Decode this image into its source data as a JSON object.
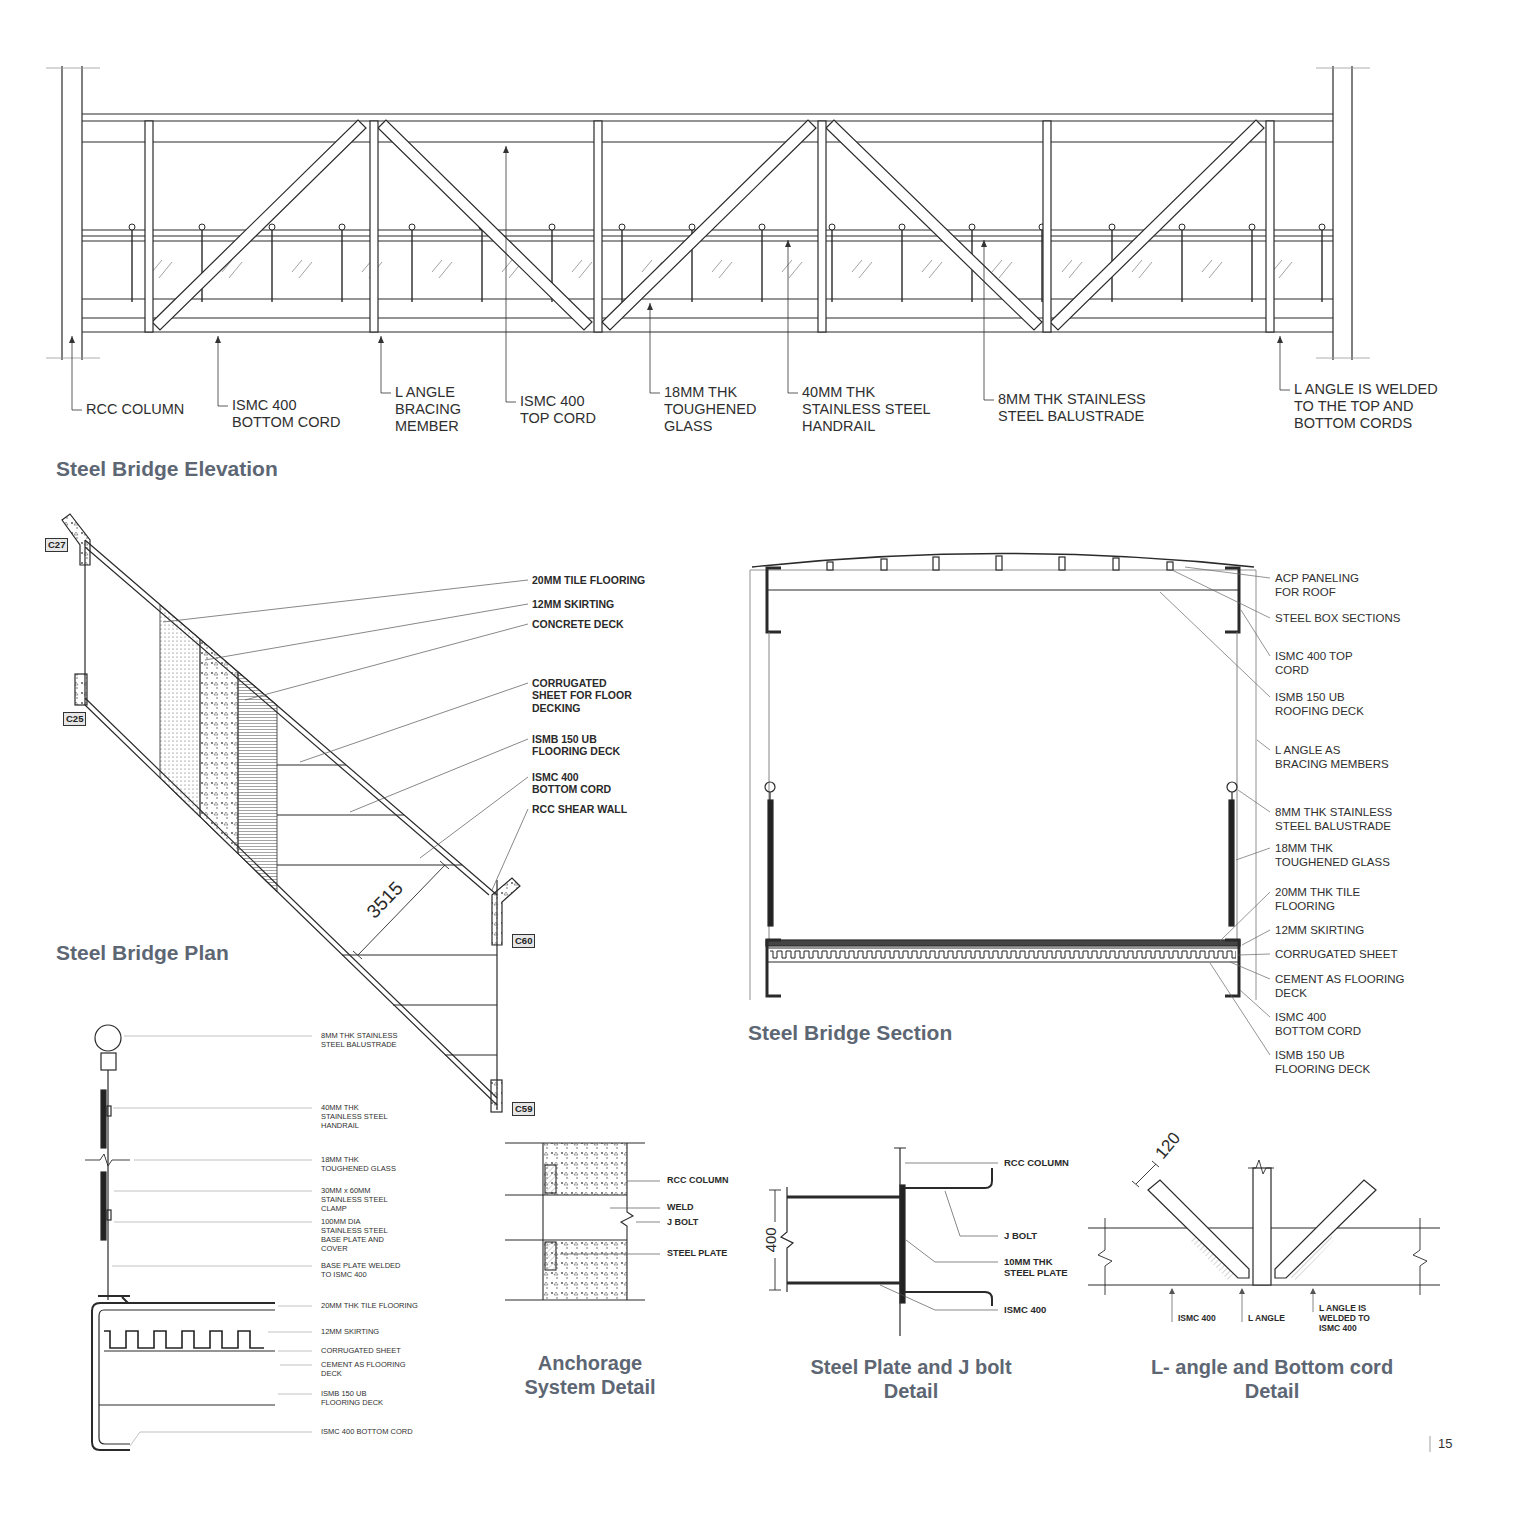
{
  "diagram": {
    "nodes": [
      {
        "text": [
          "C27"
        ]
      },
      {
        "text": [
          "C25"
        ]
      },
      {
        "text": [
          "C60"
        ]
      },
      {
        "text": [
          "C59"
        ]
      }
    ],
    "labels": [
      "RCC COLUMN",
      "ISMC 400 BOTTOM CORD",
      "L ANGLE BRACING MEMBER",
      "ISMC 400 TOP CORD",
      "18MM THK TOUGHENED GLASS",
      "40MM THK STAINLESS STEEL HANDRAIL",
      "8MM THK STAINLESS STEEL BALUSTRADE",
      "L ANGLE IS WELDED TO THE TOP AND BOTTOM CORDS",
      "Steel Bridge Elevation",
      "20MM TILE FLOORING",
      "12MM SKIRTING",
      "CONCRETE DECK",
      "CORRUGATED SHEET FOR FLOOR DECKING",
      "ISMB 150 UB FLOORING DECK",
      "ISMC 400 BOTTOM CORD",
      "RCC SHEAR WALL",
      "3515",
      "Steel Bridge Plan",
      "ACP PANELING FOR ROOF",
      "STEEL BOX SECTIONS",
      "ISMC 400 TOP CORD",
      "ISMB 150 UB ROOFING DECK",
      "L ANGLE AS BRACING MEMBERS",
      "8MM THK STAINLESS STEEL BALUSTRADE",
      "18MM THK TOUGHENED GLASS",
      "20MM THK TILE FLOORING",
      "12MM SKIRTING",
      "CORRUGATED SHEET",
      "CEMENT AS FLOORING DECK",
      "ISMC 400 BOTTOM CORD",
      "ISMB 150 UB FLOORING DECK",
      "Steel Bridge Section",
      "8MM THK STAINLESS STEEL BALUSTRADE",
      "40MM THK STAINLESS STEEL HANDRAIL",
      "18MM THK TOUGHENED GLASS",
      "30MM x 60MM STAINLESS STEEL CLAMP",
      "100MM DIA STAINLESS STEEL BASE PLATE AND COVER",
      "BASE PLATE WELDED TO ISMC 400",
      "20MM THK TILE FLOORING",
      "12MM SKIRTING",
      "CORRUGATED SHEET",
      "CEMENT AS FLOORING DECK",
      "ISMB 150 UB FLOORING DECK",
      "ISMC 400 BOTTOM CORD",
      "RCC COLUMN",
      "WELD",
      "J BOLT",
      "STEEL PLATE",
      "Anchorage System Detail",
      "RCC COLUMN",
      "400",
      "J BOLT",
      "10MM THK STEEL PLATE",
      "ISMC 400",
      "Steel Plate and J bolt Detail",
      "120",
      "ISMC 400",
      "L ANGLE",
      "L ANGLE IS WELDED TO ISMC 400",
      "L- angle and Bottom cord Detail",
      "15"
    ]
  }
}
